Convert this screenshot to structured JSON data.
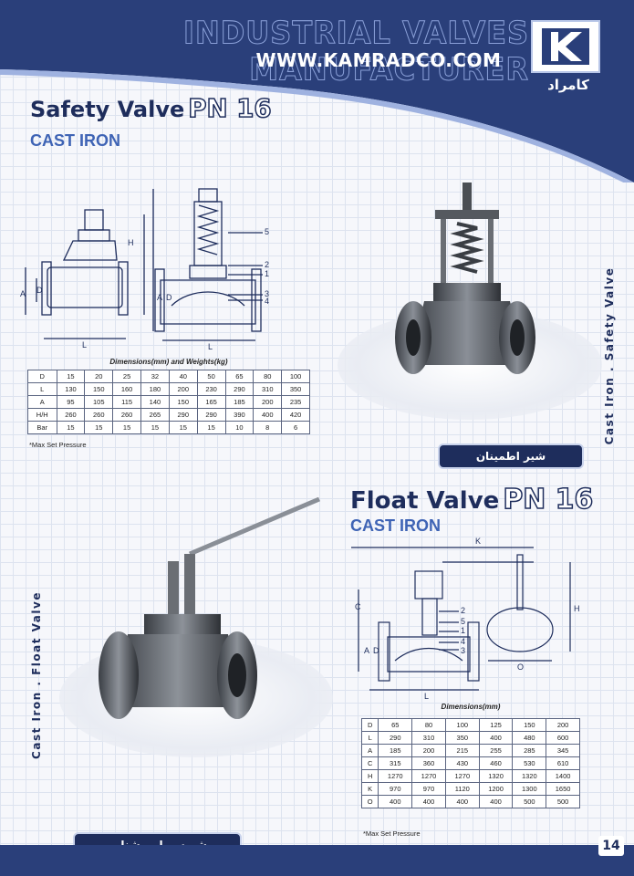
{
  "header": {
    "title": "INDUSTRIAL VALVES MANUFACTURER",
    "url": "WWW.KAMRADCO.COM",
    "logo_text": "کامراد"
  },
  "safety": {
    "title": "Safety Valve",
    "pn": "PN 16",
    "subtitle": "CAST IRON",
    "side_label": "Cast Iron . Safety Valve",
    "persian_label": "شیر اطمینان",
    "table_caption": "Dimensions(mm) and Weights(kg)",
    "note": "*Max Set Pressure",
    "drawing_labels": [
      "H",
      "D",
      "A",
      "L",
      "5",
      "2",
      "1",
      "3",
      "4",
      "A",
      "D",
      "L"
    ],
    "rows": [
      [
        "D",
        "15",
        "20",
        "25",
        "32",
        "40",
        "50",
        "65",
        "80",
        "100"
      ],
      [
        "L",
        "130",
        "150",
        "160",
        "180",
        "200",
        "230",
        "290",
        "310",
        "350"
      ],
      [
        "A",
        "95",
        "105",
        "115",
        "140",
        "150",
        "165",
        "185",
        "200",
        "235"
      ],
      [
        "H/H",
        "260",
        "260",
        "260",
        "265",
        "290",
        "290",
        "390",
        "400",
        "420"
      ],
      [
        "Bar",
        "15",
        "15",
        "15",
        "15",
        "15",
        "15",
        "10",
        "8",
        "6"
      ]
    ]
  },
  "float": {
    "title": "Float Valve",
    "pn": "PN 16",
    "subtitle": "CAST IRON",
    "side_label": "Cast Iron . Float Valve",
    "persian_label": "شیرسوپاپی شناور",
    "table_caption": "Dimensions(mm)",
    "note": "*Max Set Pressure",
    "drawing_labels": [
      "K",
      "C",
      "H",
      "2",
      "5",
      "1",
      "4",
      "3",
      "A",
      "D",
      "O",
      "L"
    ],
    "rows": [
      [
        "D",
        "65",
        "80",
        "100",
        "125",
        "150",
        "200"
      ],
      [
        "L",
        "290",
        "310",
        "350",
        "400",
        "480",
        "600"
      ],
      [
        "A",
        "185",
        "200",
        "215",
        "255",
        "285",
        "345"
      ],
      [
        "C",
        "315",
        "360",
        "430",
        "460",
        "530",
        "610"
      ],
      [
        "H",
        "1270",
        "1270",
        "1270",
        "1320",
        "1320",
        "1400"
      ],
      [
        "K",
        "970",
        "970",
        "1120",
        "1200",
        "1300",
        "1650"
      ],
      [
        "O",
        "400",
        "400",
        "400",
        "400",
        "500",
        "500"
      ]
    ]
  },
  "page_number": "14",
  "colors": {
    "navy": "#1e2d5c",
    "blue": "#2a3f7a",
    "accent": "#3f64b5"
  }
}
